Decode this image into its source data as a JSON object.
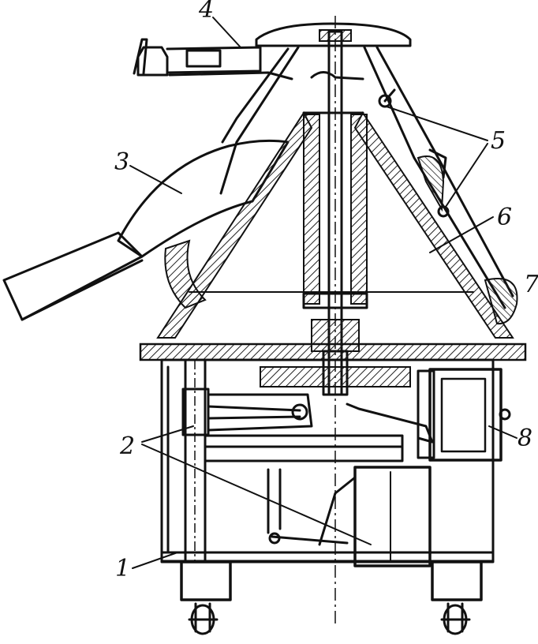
{
  "diagram": {
    "labels": {
      "l1": "1",
      "l2": "2",
      "l3": "3",
      "l4": "4",
      "l5": "5",
      "l6": "6",
      "l7": "7",
      "l8": "8"
    },
    "colors": {
      "ink": "#111111",
      "paper": "#ffffff",
      "hatch": "#222222"
    }
  }
}
